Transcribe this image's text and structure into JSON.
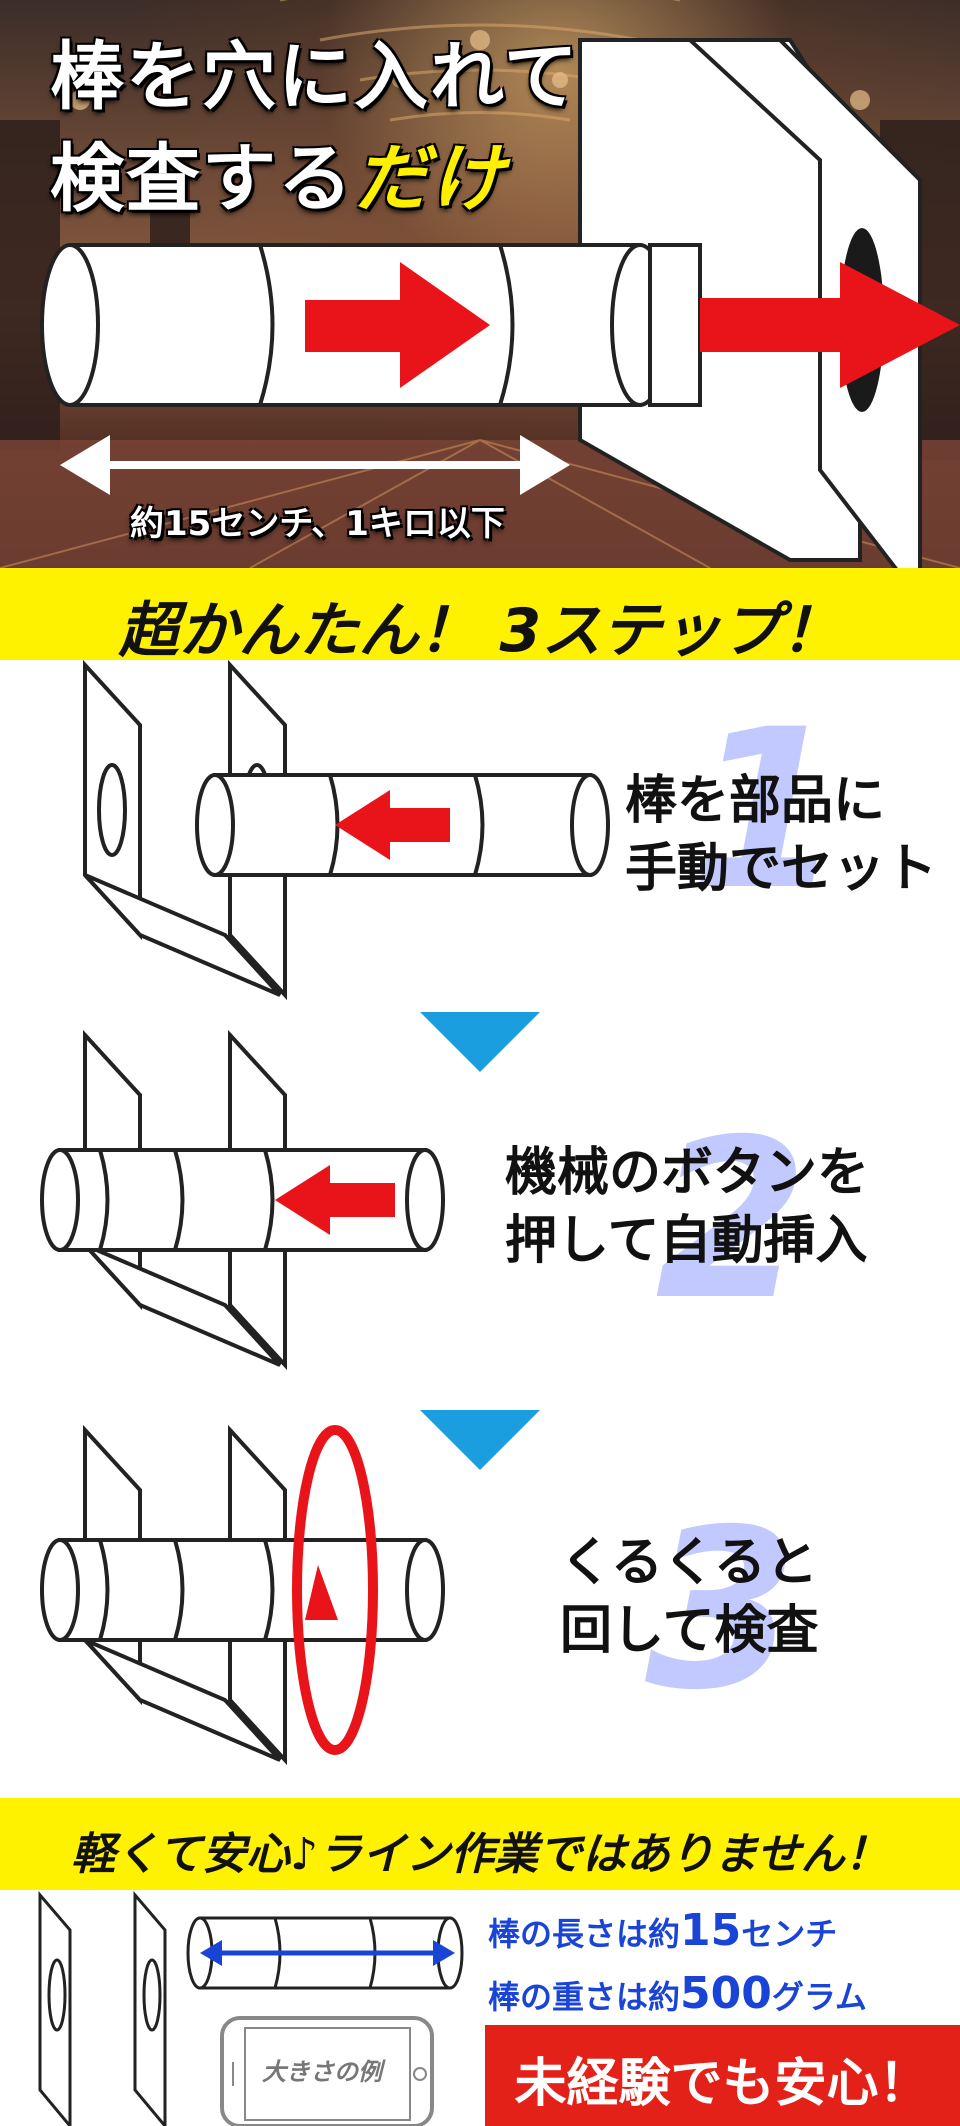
{
  "hero": {
    "title_line1": "棒を穴に入れて",
    "title_line2_prefix": "検査する",
    "title_line2_accent": "だけ",
    "dimension_caption": "約15センチ、1キロ以下"
  },
  "steps_banner": "超かんたん！ 3ステップ！",
  "steps": [
    {
      "number": "1",
      "line1": "棒を部品に",
      "line2": "手動でセット"
    },
    {
      "number": "2",
      "line1": "機械のボタンを",
      "line2": "押して自動挿入"
    },
    {
      "number": "3",
      "line1": "くるくると",
      "line2": "回して検査"
    }
  ],
  "info_banner": "軽くて安心♪ライン作業ではありません！",
  "specs": {
    "length_prefix": "棒の長さは約",
    "length_value": "15",
    "length_unit": "センチ",
    "weight_prefix": "棒の重さは約",
    "weight_value": "500",
    "weight_unit": "グラム"
  },
  "phone_label": "大きさの例",
  "bottom_banner": "未経験でも安心！",
  "colors": {
    "accent_yellow": "#fff200",
    "arrow_red": "#e8141a",
    "step_triangle": "#1a9ee0",
    "step_number": "#b8c0ff",
    "spec_blue": "#1a44d6"
  }
}
